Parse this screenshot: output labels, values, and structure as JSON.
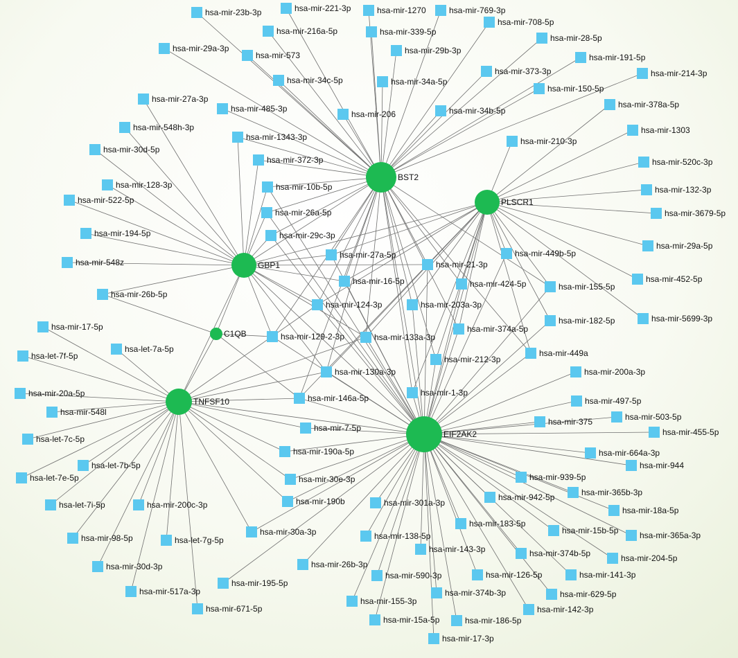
{
  "colors": {
    "gene": "#1dba52",
    "mirna": "#5bc8ef",
    "edge": "#6f6f6f",
    "background": "#eef3e2"
  },
  "hubs": [
    "BST2",
    "PLSCR1",
    "GBP1",
    "C1QB",
    "TNFSF10",
    "EIF2AK2"
  ],
  "mirnas": [
    "hsa-mir-23b-3p",
    "hsa-mir-221-3p",
    "hsa-mir-1270",
    "hsa-mir-769-3p",
    "hsa-mir-708-5p",
    "hsa-mir-216a-5p",
    "hsa-mir-339-5p",
    "hsa-mir-29a-3p",
    "hsa-mir-573",
    "hsa-mir-29b-3p",
    "hsa-mir-28-5p",
    "hsa-mir-191-5p",
    "hsa-mir-373-3p",
    "hsa-mir-214-3p",
    "hsa-mir-34c-5p",
    "hsa-mir-34a-5p",
    "hsa-mir-150-5p",
    "hsa-mir-27a-3p",
    "hsa-mir-485-3p",
    "hsa-mir-206",
    "hsa-mir-34b-5p",
    "hsa-mir-378a-5p",
    "hsa-mir-548h-3p",
    "hsa-mir-1343-3p",
    "hsa-mir-1303",
    "hsa-mir-30d-5p",
    "hsa-mir-210-3p",
    "hsa-mir-372-3p",
    "hsa-mir-520c-3p",
    "hsa-mir-128-3p",
    "hsa-mir-10b-5p",
    "hsa-mir-132-3p",
    "hsa-mir-522-5p",
    "hsa-mir-26a-5p",
    "hsa-mir-3679-5p",
    "hsa-mir-194-5p",
    "hsa-mir-29c-3p",
    "hsa-mir-29a-5p",
    "hsa-mir-27a-5p",
    "hsa-mir-449b-5p",
    "hsa-mir-548z",
    "hsa-mir-21-3p",
    "hsa-mir-452-5p",
    "hsa-mir-16-5p",
    "hsa-mir-424-5p",
    "hsa-mir-155-5p",
    "hsa-mir-26b-5p",
    "hsa-mir-124-3p",
    "hsa-mir-203a-3p",
    "hsa-mir-5699-3p",
    "hsa-mir-182-5p",
    "hsa-mir-17-5p",
    "hsa-mir-374a-5p",
    "hsa-mir-129-2-3p",
    "hsa-mir-133a-3p",
    "hsa-let-7a-5p",
    "hsa-let-7f-5p",
    "hsa-mir-449a",
    "hsa-mir-212-3p",
    "hsa-mir-130a-3p",
    "hsa-mir-200a-3p",
    "hsa-mir-20a-5p",
    "hsa-mir-1-3p",
    "hsa-mir-146a-5p",
    "hsa-mir-497-5p",
    "hsa-mir-548l",
    "hsa-mir-375",
    "hsa-mir-503-5p",
    "hsa-mir-7-5p",
    "hsa-let-7c-5p",
    "hsa-mir-455-5p",
    "hsa-mir-190a-5p",
    "hsa-let-7b-5p",
    "hsa-mir-664a-3p",
    "hsa-mir-944",
    "hsa-let-7e-5p",
    "hsa-mir-30e-3p",
    "hsa-mir-939-5p",
    "hsa-let-7i-5p",
    "hsa-mir-200c-3p",
    "hsa-mir-190b",
    "hsa-mir-942-5p",
    "hsa-mir-365b-3p",
    "hsa-mir-301a-3p",
    "hsa-mir-18a-5p",
    "hsa-mir-183-5p",
    "hsa-mir-30a-3p",
    "hsa-mir-15b-5p",
    "hsa-mir-365a-3p",
    "hsa-mir-98-5p",
    "hsa-let-7g-5p",
    "hsa-mir-138-5p",
    "hsa-mir-143-3p",
    "hsa-mir-374b-5p",
    "hsa-mir-204-5p",
    "hsa-mir-26b-3p",
    "hsa-mir-30d-3p",
    "hsa-mir-195-5p",
    "hsa-mir-590-3p",
    "hsa-mir-126-5p",
    "hsa-mir-141-3p",
    "hsa-mir-374b-3p",
    "hsa-mir-517a-3p",
    "hsa-mir-155-3p",
    "hsa-mir-629-5p",
    "hsa-mir-671-5p",
    "hsa-mir-142-3p",
    "hsa-mir-15a-5p",
    "hsa-mir-186-5p",
    "hsa-mir-17-3p"
  ],
  "edges": [
    [
      "BST2",
      "hsa-mir-23b-3p"
    ],
    [
      "BST2",
      "hsa-mir-221-3p"
    ],
    [
      "BST2",
      "hsa-mir-1270"
    ],
    [
      "BST2",
      "hsa-mir-769-3p"
    ],
    [
      "BST2",
      "hsa-mir-708-5p"
    ],
    [
      "BST2",
      "hsa-mir-216a-5p"
    ],
    [
      "BST2",
      "hsa-mir-339-5p"
    ],
    [
      "BST2",
      "hsa-mir-29a-3p"
    ],
    [
      "BST2",
      "hsa-mir-573"
    ],
    [
      "BST2",
      "hsa-mir-29b-3p"
    ],
    [
      "BST2",
      "hsa-mir-28-5p"
    ],
    [
      "BST2",
      "hsa-mir-191-5p"
    ],
    [
      "BST2",
      "hsa-mir-373-3p"
    ],
    [
      "BST2",
      "hsa-mir-214-3p"
    ],
    [
      "BST2",
      "hsa-mir-34c-5p"
    ],
    [
      "BST2",
      "hsa-mir-34a-5p"
    ],
    [
      "BST2",
      "hsa-mir-150-5p"
    ],
    [
      "BST2",
      "hsa-mir-485-3p"
    ],
    [
      "BST2",
      "hsa-mir-206"
    ],
    [
      "BST2",
      "hsa-mir-34b-5p"
    ],
    [
      "BST2",
      "hsa-mir-1343-3p"
    ],
    [
      "BST2",
      "hsa-mir-372-3p"
    ],
    [
      "BST2",
      "hsa-mir-10b-5p"
    ],
    [
      "BST2",
      "hsa-mir-26a-5p"
    ],
    [
      "BST2",
      "hsa-mir-29c-3p"
    ],
    [
      "BST2",
      "hsa-mir-27a-5p"
    ],
    [
      "BST2",
      "hsa-mir-21-3p"
    ],
    [
      "BST2",
      "hsa-mir-16-5p"
    ],
    [
      "BST2",
      "hsa-mir-424-5p"
    ],
    [
      "BST2",
      "hsa-mir-124-3p"
    ],
    [
      "BST2",
      "hsa-mir-203a-3p"
    ],
    [
      "BST2",
      "hsa-mir-129-2-3p"
    ],
    [
      "BST2",
      "hsa-mir-133a-3p"
    ],
    [
      "BST2",
      "hsa-mir-130a-3p"
    ],
    [
      "BST2",
      "hsa-mir-212-3p"
    ],
    [
      "BST2",
      "hsa-mir-1-3p"
    ],
    [
      "BST2",
      "hsa-mir-449a"
    ],
    [
      "BST2",
      "hsa-mir-155-5p"
    ],
    [
      "BST2",
      "hsa-mir-374a-5p"
    ],
    [
      "BST2",
      "hsa-mir-146a-5p"
    ],
    [
      "PLSCR1",
      "hsa-mir-210-3p"
    ],
    [
      "PLSCR1",
      "hsa-mir-378a-5p"
    ],
    [
      "PLSCR1",
      "hsa-mir-1303"
    ],
    [
      "PLSCR1",
      "hsa-mir-520c-3p"
    ],
    [
      "PLSCR1",
      "hsa-mir-132-3p"
    ],
    [
      "PLSCR1",
      "hsa-mir-3679-5p"
    ],
    [
      "PLSCR1",
      "hsa-mir-29a-5p"
    ],
    [
      "PLSCR1",
      "hsa-mir-452-5p"
    ],
    [
      "PLSCR1",
      "hsa-mir-5699-3p"
    ],
    [
      "PLSCR1",
      "hsa-mir-155-5p"
    ],
    [
      "PLSCR1",
      "hsa-mir-182-5p"
    ],
    [
      "PLSCR1",
      "hsa-mir-449b-5p"
    ],
    [
      "PLSCR1",
      "hsa-mir-449a"
    ],
    [
      "PLSCR1",
      "hsa-mir-424-5p"
    ],
    [
      "PLSCR1",
      "hsa-mir-21-3p"
    ],
    [
      "PLSCR1",
      "hsa-mir-203a-3p"
    ],
    [
      "PLSCR1",
      "hsa-mir-374a-5p"
    ],
    [
      "PLSCR1",
      "hsa-mir-212-3p"
    ],
    [
      "PLSCR1",
      "hsa-mir-1-3p"
    ],
    [
      "PLSCR1",
      "hsa-mir-133a-3p"
    ],
    [
      "PLSCR1",
      "hsa-mir-130a-3p"
    ],
    [
      "PLSCR1",
      "hsa-mir-124-3p"
    ],
    [
      "PLSCR1",
      "hsa-mir-16-5p"
    ],
    [
      "PLSCR1",
      "hsa-mir-27a-5p"
    ],
    [
      "PLSCR1",
      "hsa-mir-146a-5p"
    ],
    [
      "PLSCR1",
      "GBP1"
    ],
    [
      "GBP1",
      "hsa-mir-27a-3p"
    ],
    [
      "GBP1",
      "hsa-mir-548h-3p"
    ],
    [
      "GBP1",
      "hsa-mir-30d-5p"
    ],
    [
      "GBP1",
      "hsa-mir-128-3p"
    ],
    [
      "GBP1",
      "hsa-mir-522-5p"
    ],
    [
      "GBP1",
      "hsa-mir-194-5p"
    ],
    [
      "GBP1",
      "hsa-mir-548z"
    ],
    [
      "GBP1",
      "hsa-mir-26b-5p"
    ],
    [
      "GBP1",
      "hsa-mir-1343-3p"
    ],
    [
      "GBP1",
      "hsa-mir-372-3p"
    ],
    [
      "GBP1",
      "hsa-mir-10b-5p"
    ],
    [
      "GBP1",
      "hsa-mir-26a-5p"
    ],
    [
      "GBP1",
      "hsa-mir-29c-3p"
    ],
    [
      "GBP1",
      "hsa-mir-27a-5p"
    ],
    [
      "GBP1",
      "hsa-mir-16-5p"
    ],
    [
      "GBP1",
      "hsa-mir-124-3p"
    ],
    [
      "GBP1",
      "hsa-mir-21-3p"
    ],
    [
      "GBP1",
      "hsa-mir-129-2-3p"
    ],
    [
      "GBP1",
      "hsa-mir-133a-3p"
    ],
    [
      "GBP1",
      "hsa-mir-130a-3p"
    ],
    [
      "GBP1",
      "BST2"
    ],
    [
      "GBP1",
      "C1QB"
    ],
    [
      "GBP1",
      "TNFSF10"
    ],
    [
      "GBP1",
      "EIF2AK2"
    ],
    [
      "C1QB",
      "hsa-mir-26b-5p"
    ],
    [
      "C1QB",
      "hsa-mir-129-2-3p"
    ],
    [
      "C1QB",
      "hsa-mir-146a-5p"
    ],
    [
      "C1QB",
      "TNFSF10"
    ],
    [
      "TNFSF10",
      "hsa-mir-17-5p"
    ],
    [
      "TNFSF10",
      "hsa-let-7a-5p"
    ],
    [
      "TNFSF10",
      "hsa-let-7f-5p"
    ],
    [
      "TNFSF10",
      "hsa-mir-20a-5p"
    ],
    [
      "TNFSF10",
      "hsa-mir-548l"
    ],
    [
      "TNFSF10",
      "hsa-let-7c-5p"
    ],
    [
      "TNFSF10",
      "hsa-let-7b-5p"
    ],
    [
      "TNFSF10",
      "hsa-let-7e-5p"
    ],
    [
      "TNFSF10",
      "hsa-let-7i-5p"
    ],
    [
      "TNFSF10",
      "hsa-mir-200c-3p"
    ],
    [
      "TNFSF10",
      "hsa-mir-98-5p"
    ],
    [
      "TNFSF10",
      "hsa-let-7g-5p"
    ],
    [
      "TNFSF10",
      "hsa-mir-30d-3p"
    ],
    [
      "TNFSF10",
      "hsa-mir-517a-3p"
    ],
    [
      "TNFSF10",
      "hsa-mir-671-5p"
    ],
    [
      "TNFSF10",
      "hsa-mir-30a-3p"
    ],
    [
      "TNFSF10",
      "hsa-mir-190b"
    ],
    [
      "TNFSF10",
      "hsa-mir-30e-3p"
    ],
    [
      "TNFSF10",
      "hsa-mir-190a-5p"
    ],
    [
      "TNFSF10",
      "hsa-mir-7-5p"
    ],
    [
      "TNFSF10",
      "hsa-mir-146a-5p"
    ],
    [
      "TNFSF10",
      "hsa-mir-130a-3p"
    ],
    [
      "TNFSF10",
      "hsa-mir-133a-3p"
    ],
    [
      "TNFSF10",
      "hsa-mir-124-3p"
    ],
    [
      "TNFSF10",
      "EIF2AK2"
    ],
    [
      "EIF2AK2",
      "hsa-mir-200a-3p"
    ],
    [
      "EIF2AK2",
      "hsa-mir-497-5p"
    ],
    [
      "EIF2AK2",
      "hsa-mir-375"
    ],
    [
      "EIF2AK2",
      "hsa-mir-503-5p"
    ],
    [
      "EIF2AK2",
      "hsa-mir-455-5p"
    ],
    [
      "EIF2AK2",
      "hsa-mir-664a-3p"
    ],
    [
      "EIF2AK2",
      "hsa-mir-944"
    ],
    [
      "EIF2AK2",
      "hsa-mir-939-5p"
    ],
    [
      "EIF2AK2",
      "hsa-mir-942-5p"
    ],
    [
      "EIF2AK2",
      "hsa-mir-365b-3p"
    ],
    [
      "EIF2AK2",
      "hsa-mir-18a-5p"
    ],
    [
      "EIF2AK2",
      "hsa-mir-15b-5p"
    ],
    [
      "EIF2AK2",
      "hsa-mir-365a-3p"
    ],
    [
      "EIF2AK2",
      "hsa-mir-204-5p"
    ],
    [
      "EIF2AK2",
      "hsa-mir-183-5p"
    ],
    [
      "EIF2AK2",
      "hsa-mir-374b-5p"
    ],
    [
      "EIF2AK2",
      "hsa-mir-141-3p"
    ],
    [
      "EIF2AK2",
      "hsa-mir-126-5p"
    ],
    [
      "EIF2AK2",
      "hsa-mir-629-5p"
    ],
    [
      "EIF2AK2",
      "hsa-mir-142-3p"
    ],
    [
      "EIF2AK2",
      "hsa-mir-186-5p"
    ],
    [
      "EIF2AK2",
      "hsa-mir-17-3p"
    ],
    [
      "EIF2AK2",
      "hsa-mir-374b-3p"
    ],
    [
      "EIF2AK2",
      "hsa-mir-15a-5p"
    ],
    [
      "EIF2AK2",
      "hsa-mir-155-3p"
    ],
    [
      "EIF2AK2",
      "hsa-mir-590-3p"
    ],
    [
      "EIF2AK2",
      "hsa-mir-143-3p"
    ],
    [
      "EIF2AK2",
      "hsa-mir-138-5p"
    ],
    [
      "EIF2AK2",
      "hsa-mir-301a-3p"
    ],
    [
      "EIF2AK2",
      "hsa-mir-26b-3p"
    ],
    [
      "EIF2AK2",
      "hsa-mir-195-5p"
    ],
    [
      "EIF2AK2",
      "hsa-mir-190b"
    ],
    [
      "EIF2AK2",
      "hsa-mir-30a-3p"
    ],
    [
      "EIF2AK2",
      "hsa-mir-30e-3p"
    ],
    [
      "EIF2AK2",
      "hsa-mir-190a-5p"
    ],
    [
      "EIF2AK2",
      "hsa-mir-7-5p"
    ],
    [
      "EIF2AK2",
      "hsa-mir-146a-5p"
    ],
    [
      "EIF2AK2",
      "hsa-mir-1-3p"
    ],
    [
      "EIF2AK2",
      "hsa-mir-130a-3p"
    ],
    [
      "EIF2AK2",
      "hsa-mir-212-3p"
    ],
    [
      "EIF2AK2",
      "hsa-mir-449a"
    ],
    [
      "EIF2AK2",
      "hsa-mir-182-5p"
    ],
    [
      "EIF2AK2",
      "hsa-mir-155-5p"
    ],
    [
      "EIF2AK2",
      "hsa-mir-449b-5p"
    ],
    [
      "EIF2AK2",
      "hsa-mir-424-5p"
    ],
    [
      "EIF2AK2",
      "hsa-mir-374a-5p"
    ],
    [
      "EIF2AK2",
      "hsa-mir-203a-3p"
    ],
    [
      "EIF2AK2",
      "hsa-mir-21-3p"
    ],
    [
      "EIF2AK2",
      "hsa-mir-133a-3p"
    ],
    [
      "EIF2AK2",
      "hsa-mir-129-2-3p"
    ],
    [
      "EIF2AK2",
      "hsa-mir-124-3p"
    ],
    [
      "EIF2AK2",
      "hsa-mir-16-5p"
    ],
    [
      "EIF2AK2",
      "hsa-mir-27a-5p"
    ],
    [
      "EIF2AK2",
      "hsa-mir-29c-3p"
    ],
    [
      "EIF2AK2",
      "hsa-mir-26a-5p"
    ],
    [
      "EIF2AK2",
      "hsa-mir-10b-5p"
    ],
    [
      "EIF2AK2",
      "PLSCR1"
    ],
    [
      "EIF2AK2",
      "BST2"
    ]
  ]
}
